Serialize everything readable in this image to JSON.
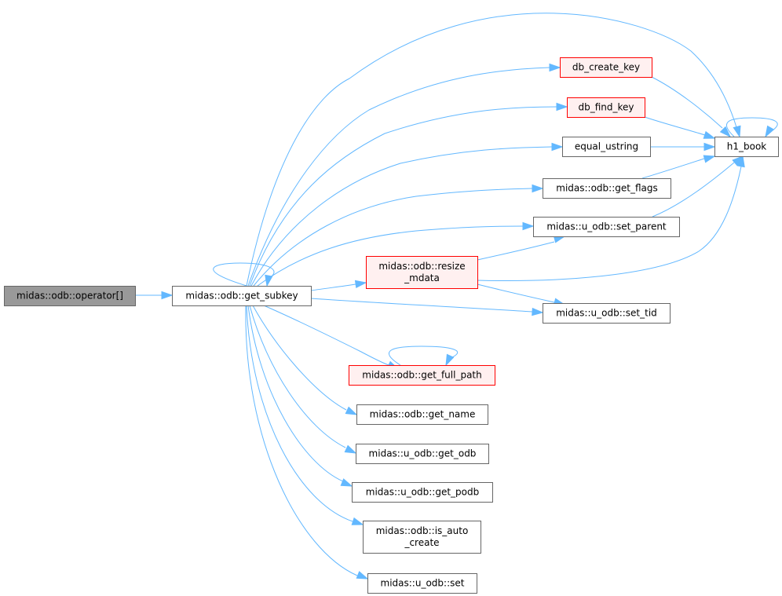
{
  "colors": {
    "edge": "#63b8ff",
    "node_fill": "#ffffff",
    "node_stroke": "#666666",
    "root_fill": "#999999",
    "root_stroke": "#666666",
    "warn_fill": "#fff0f0",
    "warn_stroke": "#ff0000"
  },
  "nodes": {
    "operator": {
      "label": "midas::odb::operator[]"
    },
    "get_subkey": {
      "label": "midas::odb::get_subkey"
    },
    "db_create_key": {
      "label": "db_create_key"
    },
    "db_find_key": {
      "label": "db_find_key"
    },
    "equal_ustring": {
      "label": "equal_ustring"
    },
    "get_flags": {
      "label": "midas::odb::get_flags"
    },
    "set_parent": {
      "label": "midas::u_odb::set_parent"
    },
    "resize_mdata": {
      "label": [
        "midas::odb::resize",
        "_mdata"
      ]
    },
    "set_tid": {
      "label": "midas::u_odb::set_tid"
    },
    "h1_book": {
      "label": "h1_book"
    },
    "get_full_path": {
      "label": "midas::odb::get_full_path"
    },
    "get_name": {
      "label": "midas::odb::get_name"
    },
    "get_odb": {
      "label": "midas::u_odb::get_odb"
    },
    "get_podb": {
      "label": "midas::u_odb::get_podb"
    },
    "is_auto_create": {
      "label": [
        "midas::odb::is_auto",
        "_create"
      ]
    },
    "set": {
      "label": "midas::u_odb::set"
    }
  },
  "edges": [
    [
      "operator",
      "get_subkey"
    ],
    [
      "get_subkey",
      "get_subkey"
    ],
    [
      "get_subkey",
      "h1_book"
    ],
    [
      "get_subkey",
      "db_create_key"
    ],
    [
      "get_subkey",
      "db_find_key"
    ],
    [
      "get_subkey",
      "equal_ustring"
    ],
    [
      "get_subkey",
      "get_flags"
    ],
    [
      "get_subkey",
      "set_parent"
    ],
    [
      "get_subkey",
      "resize_mdata"
    ],
    [
      "get_subkey",
      "set_tid"
    ],
    [
      "get_subkey",
      "get_full_path"
    ],
    [
      "get_subkey",
      "get_name"
    ],
    [
      "get_subkey",
      "get_odb"
    ],
    [
      "get_subkey",
      "get_podb"
    ],
    [
      "get_subkey",
      "is_auto_create"
    ],
    [
      "get_subkey",
      "set"
    ],
    [
      "db_create_key",
      "h1_book"
    ],
    [
      "db_find_key",
      "h1_book"
    ],
    [
      "equal_ustring",
      "h1_book"
    ],
    [
      "get_flags",
      "h1_book"
    ],
    [
      "set_parent",
      "h1_book"
    ],
    [
      "resize_mdata",
      "h1_book"
    ],
    [
      "resize_mdata",
      "set_parent"
    ],
    [
      "resize_mdata",
      "set_tid"
    ],
    [
      "h1_book",
      "h1_book"
    ],
    [
      "get_full_path",
      "get_full_path"
    ]
  ]
}
